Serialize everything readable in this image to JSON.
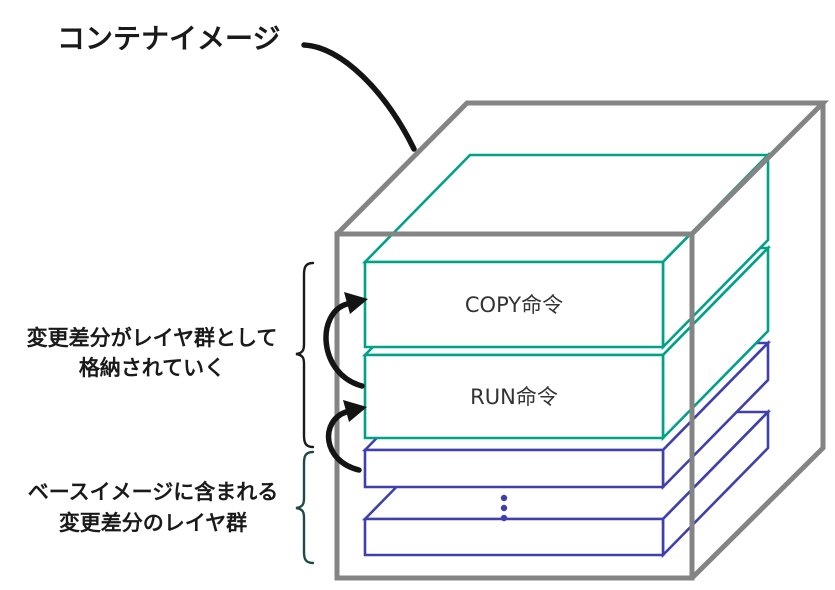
{
  "diagram": {
    "title": "コンテナイメージ",
    "layers": {
      "copy": {
        "label": "COPY命令"
      },
      "run": {
        "label": "RUN命令"
      },
      "base_1": {
        "label": ""
      },
      "base_2": {
        "label": ""
      },
      "ellipsis": "⋮"
    },
    "annotations": {
      "upper": {
        "line1": "変更差分がレイヤ群として",
        "line2": "格納されていく"
      },
      "lower": {
        "line1": "ベースイメージに含まれる",
        "line2": "変更差分のレイヤ群"
      }
    },
    "colors": {
      "instruction_layer": "#00a186",
      "base_layer": "#4040ac",
      "container_box": "#848484",
      "arrow": "#141414",
      "title_text": "#1a1a1a",
      "annotation_text": "#1a1a1a",
      "upper_brace": "#1a1a1a",
      "lower_brace": "#1e4a45",
      "layer_text": "#333333",
      "layer_fill": "#ffffff"
    }
  }
}
